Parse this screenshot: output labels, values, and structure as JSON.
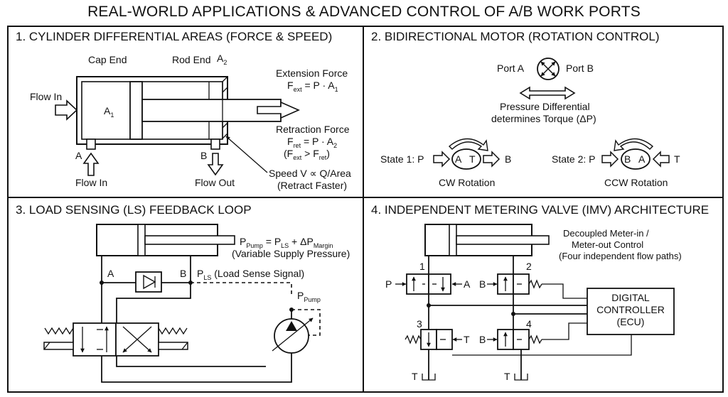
{
  "title": "REAL-WORLD APPLICATIONS & ADVANCED CONTROL OF A/B WORK PORTS",
  "panels": [
    {
      "title": "1. CYLINDER DIFFERENTIAL AREAS (FORCE & SPEED)",
      "labels": {
        "cap_end": "Cap End",
        "rod_end": "Rod End",
        "a2": "A",
        "a2_sub": "2",
        "a1": "A",
        "a1_sub": "1",
        "flow_in_left": "Flow In",
        "port_a": "A",
        "port_b": "B",
        "flow_in_bottom": "Flow In",
        "flow_out": "Flow Out",
        "ext_force": "Extension Force",
        "ext_formula": {
          "f": "F",
          "sub": "ext",
          "rest": " = P · A",
          "sub2": "1"
        },
        "ret_force": "Retraction Force",
        "ret_formula": {
          "f": "F",
          "sub": "ret",
          "rest": " = P · A",
          "sub2": "2"
        },
        "ret_compare": {
          "open": "(F",
          "sub": "ext",
          "mid": " > F",
          "sub2": "ret",
          "close": ")"
        },
        "speed": "Speed V ∝ Q/Area",
        "retract_faster": "(Retract Faster)"
      }
    },
    {
      "title": "2. BIDIRECTIONAL MOTOR (ROTATION CONTROL)",
      "labels": {
        "port_a": "Port A",
        "port_b": "Port B",
        "pressure_diff": "Pressure Differential",
        "torque": "determines Torque (ΔP)",
        "state1_prefix": "State 1: P",
        "state1_a": "A",
        "state1_t": "T",
        "state1_b": "B",
        "cw": "CW Rotation",
        "state2_prefix": "State 2: P",
        "state2_b": "B",
        "state2_a": "A",
        "state2_t": "T",
        "ccw": "CCW Rotation"
      }
    },
    {
      "title": "3. LOAD SENSING (LS) FEEDBACK LOOP",
      "labels": {
        "formula": {
          "p": "P",
          "sub": "Pump",
          "mid": " = P",
          "sub2": "LS",
          "rest": " + ΔP",
          "sub3": "Margin"
        },
        "variable_supply": "(Variable Supply Pressure)",
        "a": "A",
        "b": "B",
        "pls": "P",
        "pls_sub": "LS",
        "pls_text": " (Load Sense Signal)",
        "ppump": "P",
        "ppump_sub": "Pump"
      }
    },
    {
      "title": "4. INDEPENDENT METERING VALVE (IMV) ARCHITECTURE",
      "labels": {
        "decoupled1": "Decoupled Meter-in /",
        "decoupled2": "Meter-out Control",
        "decoupled3": "(Four independent flow paths)",
        "v1": "1",
        "v2": "2",
        "v3": "3",
        "v4": "4",
        "p": "P",
        "a": "A",
        "b_top": "B",
        "t_mid": "T",
        "b_bottom": "B",
        "t_left": "T",
        "t_right": "T",
        "ctrl1": "DIGITAL",
        "ctrl2": "CONTROLLER",
        "ctrl3": "(ECU)"
      }
    }
  ]
}
